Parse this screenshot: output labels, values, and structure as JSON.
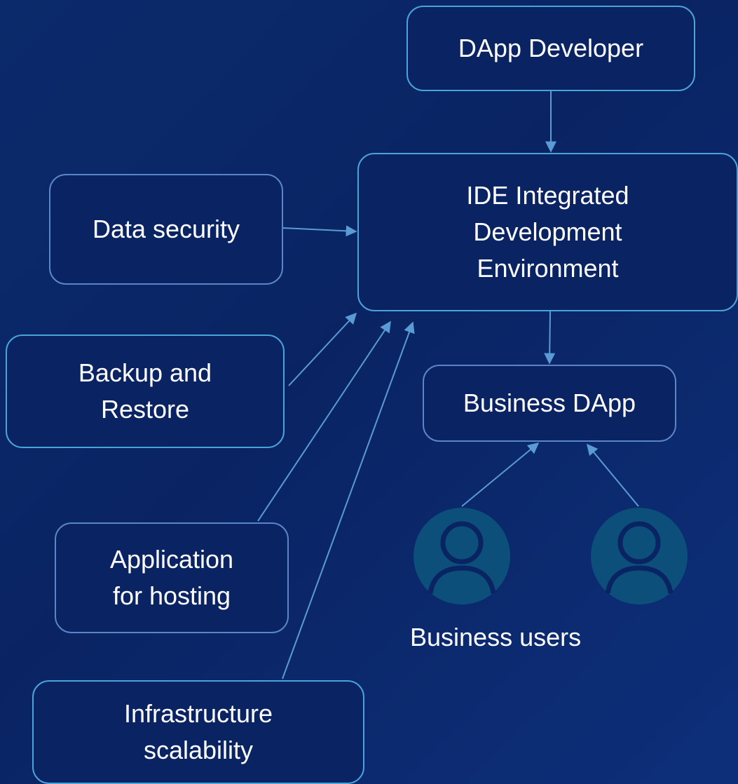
{
  "nodes": {
    "dapp_developer": "DApp Developer",
    "ide": "IDE Integrated\nDevelopment\nEnvironment",
    "data_security": "Data security",
    "backup_restore": "Backup and\nRestore",
    "business_dapp": "Business DApp",
    "app_hosting": "Application\nfor hosting",
    "infra_scalability": "Infrastructure\nscalability"
  },
  "users_caption": "Business users",
  "colors": {
    "background": "#0a2463",
    "box_border": "#4aa3d9",
    "arrow": "#5b9bd5",
    "user_icon": "#0b4f7a"
  },
  "icons": [
    "user-icon",
    "user-icon"
  ]
}
